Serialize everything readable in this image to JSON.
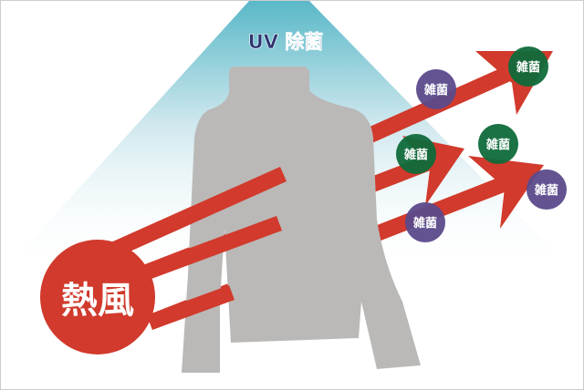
{
  "uv_label": "UV 除菌",
  "hot_air_label": "熱風",
  "germ_label": "雑菌",
  "colors": {
    "uv_top": "#5ab8c8",
    "shirt": "#bab9b8",
    "arrow": "#d13a2c",
    "germ_purple": "#5b4a8b",
    "germ_green": "#0f6a3b",
    "uv_text": "#2d3470"
  },
  "germs": [
    {
      "color": "purple",
      "label": "雑菌"
    },
    {
      "color": "green",
      "label": "雑菌"
    },
    {
      "color": "green",
      "label": "雑菌"
    },
    {
      "color": "green",
      "label": "雑菌"
    },
    {
      "color": "purple",
      "label": "雑菌"
    },
    {
      "color": "purple",
      "label": "雑菌"
    }
  ]
}
